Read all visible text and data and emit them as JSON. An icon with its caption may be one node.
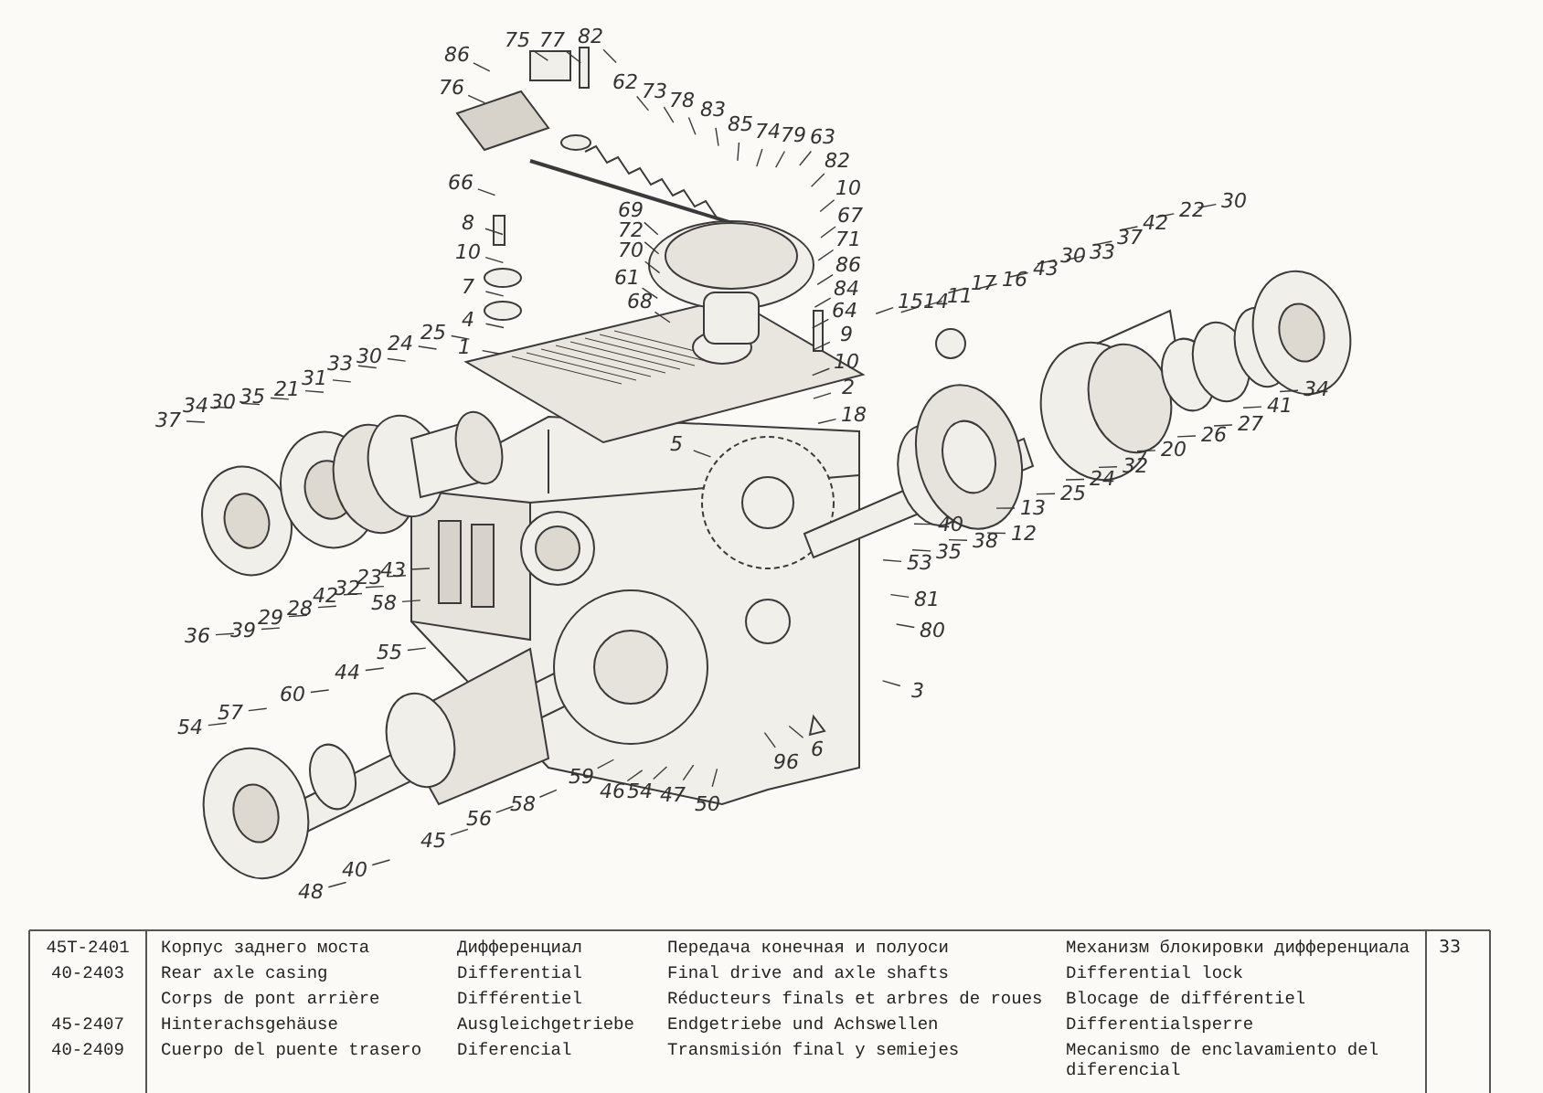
{
  "diagram": {
    "labels": [
      "86",
      "75",
      "77",
      "82",
      "76",
      "62",
      "73",
      "78",
      "83",
      "85",
      "74",
      "79",
      "63",
      "82",
      "66",
      "10",
      "69",
      "67",
      "72",
      "8",
      "71",
      "10",
      "70",
      "86",
      "7",
      "61",
      "84",
      "68",
      "64",
      "4",
      "25",
      "9",
      "1",
      "10",
      "2",
      "18",
      "15",
      "14",
      "11",
      "17",
      "16",
      "43",
      "30",
      "33",
      "37",
      "42",
      "22",
      "30",
      "34",
      "41",
      "27",
      "26",
      "20",
      "32",
      "24",
      "25",
      "13",
      "12",
      "38",
      "40",
      "35",
      "53",
      "81",
      "80",
      "3",
      "37",
      "34",
      "30",
      "35",
      "21",
      "31",
      "33",
      "30",
      "24",
      "5",
      "36",
      "39",
      "29",
      "28",
      "42",
      "32",
      "23",
      "43",
      "58",
      "55",
      "44",
      "60",
      "57",
      "54",
      "59",
      "46",
      "54",
      "47",
      "50",
      "96",
      "6",
      "58",
      "56",
      "45",
      "40",
      "48",
      "45T-2401",
      "Корпус заднего моста",
      "Дифференциал",
      "Передача конечная и полуоси",
      "Механизм блокировки дифференциала",
      "33",
      "40-2403",
      "Rear axle casing",
      "Differential",
      "Final drive and axle shafts",
      "Differential lock",
      "Corps de pont arrière",
      "Différentiel",
      "Réducteurs finals et arbres de roues",
      "Blocage de différentiel",
      "45-2407",
      "Hinterachsgehäuse",
      "Ausgleichgetriebe",
      "Endgetriebe und Achswellen",
      "Differentialsperre",
      "40-2409",
      "Cuerpo del puente trasero",
      "Diferencial",
      "Transmisión final y semiejes",
      "Mecanismo de enclavamiento del diferencial"
    ]
  }
}
